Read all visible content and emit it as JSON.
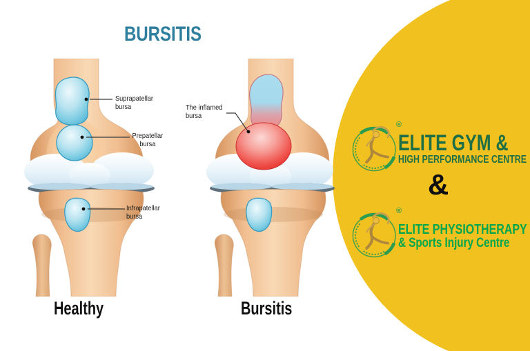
{
  "title": "BURSITIS",
  "diagram": {
    "healthy": {
      "caption": "Healthy",
      "labels": [
        {
          "line1": "Suprapatellar",
          "line2": "bursa"
        },
        {
          "line1": "Prepatellar",
          "line2": "bursa"
        },
        {
          "line1": "Infrapatellar",
          "line2": "bursa"
        }
      ]
    },
    "bursitis": {
      "caption": "Bursitis",
      "labels": [
        {
          "line1": "The inflamed",
          "line2": "bursa"
        }
      ]
    }
  },
  "branding": {
    "background_color": "#F1C11F",
    "ampersand": "&",
    "gym": {
      "line1": "ELITE GYM &",
      "line2": "HIGH PERFORMANCE CENTRE",
      "text_color": "#1E6F45",
      "registered_mark": "®"
    },
    "physio": {
      "line1": "ELITE PHYSIOTHERAPY",
      "line2": "& Sports Injury Centre",
      "text_color": "#00A64E",
      "registered_mark": "®"
    }
  },
  "colors": {
    "title": "#2E7E9E",
    "bone": "#F2C096",
    "bursa_blue": "#7FCDE3",
    "inflamed_red": "#E3201D",
    "logo_green": "#2E9C4F"
  }
}
